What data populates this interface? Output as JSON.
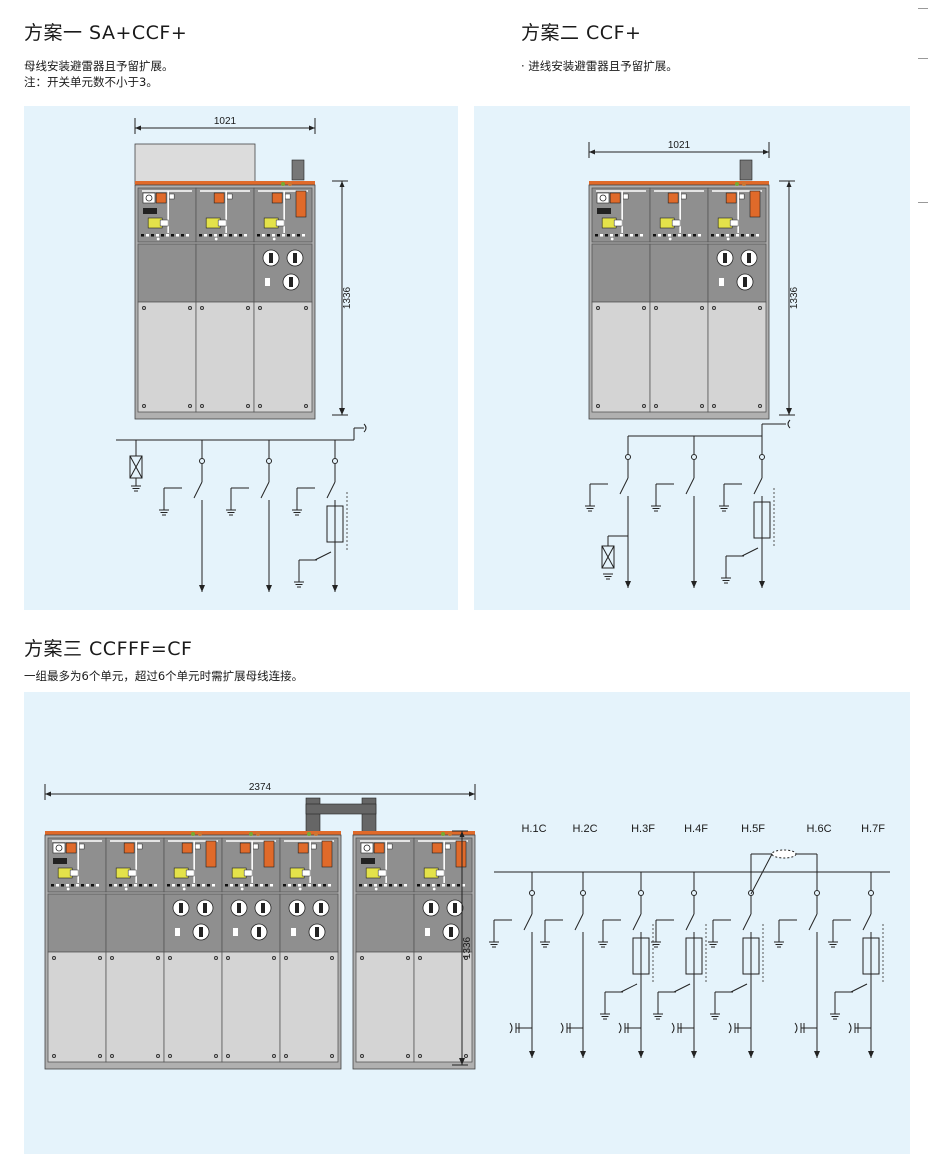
{
  "scheme1": {
    "title": "方案一  SA+CCF+",
    "lines": [
      "母线安装避雷器且予留扩展。",
      "注：开关单元数不小于3。"
    ],
    "width_dim": "1021",
    "height_dim": "1336"
  },
  "scheme2": {
    "title": "方案二  CCF+",
    "lines": [
      "· 进线安装避雷器且予留扩展。"
    ],
    "width_dim": "1021",
    "height_dim": "1336"
  },
  "scheme3": {
    "title": "方案三  CCFFF=CF",
    "lines": [
      "一组最多为6个单元，超过6个单元时需扩展母线连接。"
    ],
    "width_dim": "2374",
    "height_dim": "1336",
    "unit_labels": [
      "H.1C",
      "H.2C",
      "H.3F",
      "H.4F",
      "H.5F",
      "H.6C",
      "H.7F"
    ]
  },
  "colors": {
    "panel_bg": "#e5f3fb",
    "cabinet_gray": "#8f8f8f",
    "cabinet_light": "#d4d4d4",
    "accent_orange": "#e06a2a",
    "indicator_yellow": "#e4e24a"
  }
}
